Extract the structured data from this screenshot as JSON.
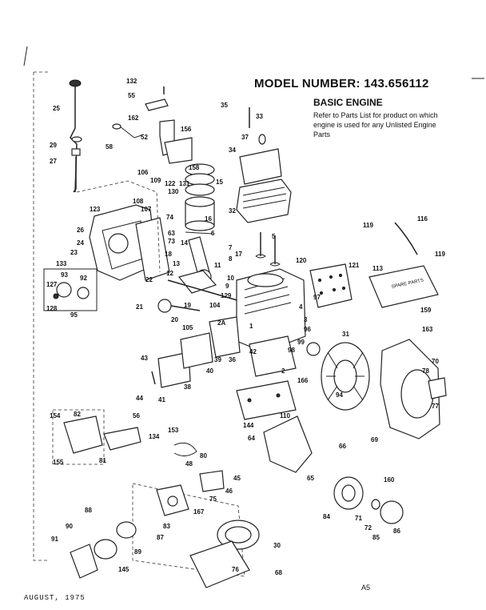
{
  "header": {
    "model_label": "MODEL NUMBER:",
    "model_number": "143.656112",
    "section_title": "BASIC ENGINE",
    "note": "Refer to Parts List for product on which engine is used for any Unlisted Engine Parts"
  },
  "footer": {
    "date": "AUGUST, 1975",
    "page": "A5"
  },
  "manual_cover_label": "SPARE PARTS",
  "callouts": [
    "132",
    "55",
    "162",
    "58",
    "52",
    "156",
    "25",
    "29",
    "27",
    "35",
    "33",
    "37",
    "34",
    "158",
    "106",
    "109",
    "122",
    "131",
    "130",
    "15",
    "108",
    "107",
    "74",
    "123",
    "26",
    "63",
    "73",
    "16",
    "6",
    "14",
    "5",
    "32",
    "119",
    "116",
    "119",
    "24",
    "23",
    "133",
    "18",
    "13",
    "17",
    "12",
    "11",
    "7",
    "8",
    "9",
    "10",
    "120",
    "121",
    "113",
    "97",
    "22",
    "93",
    "92",
    "127",
    "128",
    "95",
    "21",
    "20",
    "19",
    "104",
    "129",
    "159",
    "105",
    "2A",
    "39",
    "36",
    "40",
    "3",
    "96",
    "31",
    "163",
    "43",
    "38",
    "44",
    "41",
    "166",
    "94",
    "70",
    "78",
    "77",
    "1",
    "154",
    "82",
    "56",
    "153",
    "134",
    "155",
    "81",
    "144",
    "110",
    "64",
    "66",
    "69",
    "80",
    "48",
    "45",
    "46",
    "75",
    "167",
    "65",
    "88",
    "83",
    "87",
    "160",
    "84",
    "71",
    "72",
    "85",
    "86",
    "91",
    "90",
    "89",
    "145",
    "30",
    "76",
    "68",
    "2",
    "42",
    "4",
    "99",
    "98"
  ]
}
